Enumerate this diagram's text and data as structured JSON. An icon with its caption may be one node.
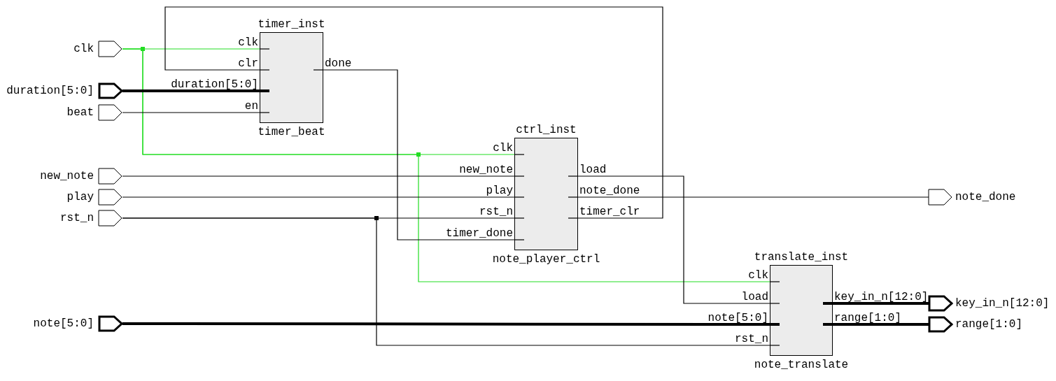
{
  "diagram": {
    "nodes": [
      {
        "text": [
          "clk"
        ]
      },
      {
        "text": [
          "duration[5:0]"
        ]
      },
      {
        "text": [
          "beat"
        ]
      },
      {
        "text": [
          "timer_inst",
          "clk",
          "clr",
          "duration[5:0]",
          "en",
          "done",
          "timer_beat"
        ]
      },
      {
        "text": [
          "new_note"
        ]
      },
      {
        "text": [
          "play"
        ]
      },
      {
        "text": [
          "rst_n"
        ]
      },
      {
        "text": [
          "ctrl_inst",
          "clk",
          "new_note",
          "play",
          "rst_n",
          "timer_done",
          "load",
          "note_done",
          "timer_clr",
          "note_player_ctrl"
        ]
      },
      {
        "text": [
          "note_done"
        ]
      },
      {
        "text": [
          "translate_inst",
          "clk",
          "load",
          "note[5:0]",
          "rst_n",
          "key_in_n[12:0]",
          "range[1:0]",
          "note_translate"
        ]
      },
      {
        "text": [
          "note[5:0]"
        ]
      },
      {
        "text": [
          "key_in_n[12:0]"
        ]
      },
      {
        "text": [
          "range[1:0]"
        ]
      }
    ],
    "edges": [
      {
        "from": 0,
        "to": 3,
        "arrow": "none",
        "color": "#22dd22"
      },
      {
        "from": 0,
        "to": 7,
        "arrow": "none",
        "color": "#22dd22"
      },
      {
        "from": 0,
        "to": 9,
        "arrow": "none",
        "color": "#22dd22"
      },
      {
        "from": 1,
        "to": 3,
        "arrow": "none",
        "style": "thick"
      },
      {
        "from": 2,
        "to": 3,
        "arrow": "none"
      },
      {
        "from": 4,
        "to": 7,
        "arrow": "none"
      },
      {
        "from": 5,
        "to": 7,
        "arrow": "none"
      },
      {
        "from": 6,
        "to": 7,
        "arrow": "none"
      },
      {
        "from": 6,
        "to": 9,
        "arrow": "none"
      },
      {
        "from": 10,
        "to": 9,
        "arrow": "none",
        "style": "thick"
      },
      {
        "from": 3,
        "to": 7,
        "arrow": "none"
      },
      {
        "from": 7,
        "to": 9,
        "arrow": "none"
      },
      {
        "from": 7,
        "to": 8,
        "arrow": "none"
      },
      {
        "from": 7,
        "to": 3,
        "arrow": "none"
      },
      {
        "from": 9,
        "to": 11,
        "arrow": "none",
        "style": "thick"
      },
      {
        "from": 9,
        "to": 12,
        "arrow": "none",
        "style": "thick"
      }
    ]
  }
}
